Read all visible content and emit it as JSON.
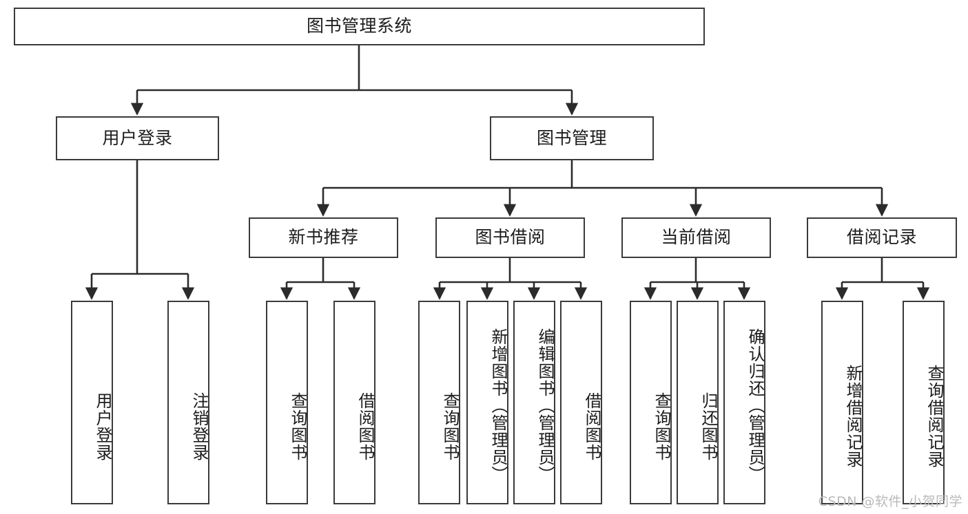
{
  "diagram": {
    "type": "tree",
    "title": "图书管理系统",
    "orientation": "top-down",
    "colors": {
      "box_border": "#3a3a3a",
      "box_fill": "#ffffff",
      "edge": "#2b2b2b",
      "text": "#1c1c1c",
      "watermark": "#b9b9b9",
      "background": "#ffffff"
    },
    "root": {
      "label": "图书管理系统"
    },
    "level2": [
      {
        "label": "用户登录"
      },
      {
        "label": "图书管理"
      }
    ],
    "level3": [
      {
        "label": "新书推荐"
      },
      {
        "label": "图书借阅"
      },
      {
        "label": "当前借阅"
      },
      {
        "label": "借阅记录"
      }
    ],
    "leaves": {
      "user_login": [
        {
          "label": "用户登录"
        },
        {
          "label": "注销登录"
        }
      ],
      "new_book_recommend": [
        {
          "label": "查询图书"
        },
        {
          "label": "借阅图书"
        }
      ],
      "book_borrow": [
        {
          "label": "查询图书"
        },
        {
          "label": "新增图书（管理员）"
        },
        {
          "label": "编辑图书（管理员）"
        },
        {
          "label": "借阅图书"
        }
      ],
      "current_borrow": [
        {
          "label": "查询图书"
        },
        {
          "label": "归还图书"
        },
        {
          "label": "确认归还（管理员）"
        }
      ],
      "borrow_record": [
        {
          "label": "新增借阅记录"
        },
        {
          "label": "查询借阅记录"
        }
      ]
    }
  },
  "watermark": {
    "text": "CSDN @软件_小贺同学"
  }
}
